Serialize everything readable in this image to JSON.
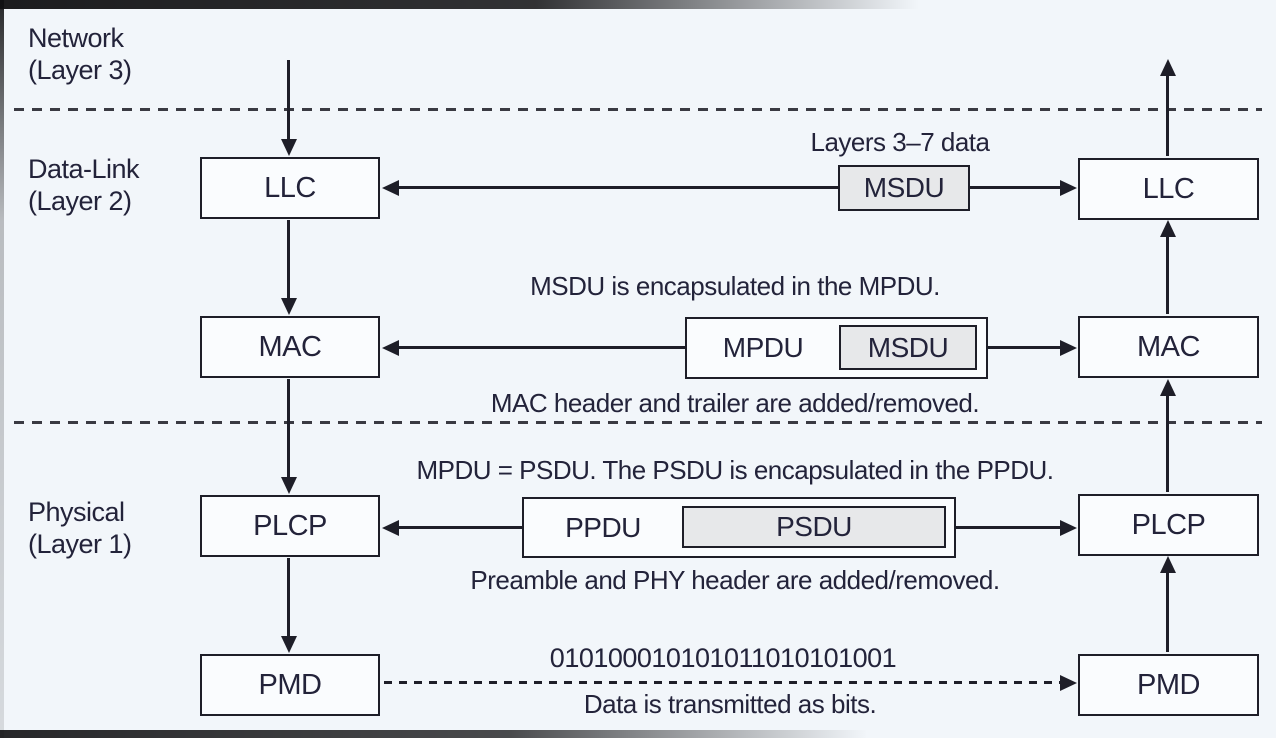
{
  "diagram": {
    "title_hint": "802.11 data-unit encapsulation across OSI layers",
    "layers": [
      {
        "name": "Network",
        "sub": "(Layer 3)"
      },
      {
        "name": "Data-Link",
        "sub": "(Layer 2)"
      },
      {
        "name": "Physical",
        "sub": "(Layer 1)"
      }
    ],
    "left_stack": [
      "LLC",
      "MAC",
      "PLCP",
      "PMD"
    ],
    "right_stack": [
      "LLC",
      "MAC",
      "PLCP",
      "PMD"
    ],
    "row_llc": {
      "caption_above": "Layers 3–7 data",
      "unit": "MSDU"
    },
    "row_mac": {
      "caption_above": "MSDU is encapsulated in the MPDU.",
      "outer": "MPDU",
      "inner": "MSDU",
      "caption_below": "MAC header and trailer are added/removed."
    },
    "row_plcp": {
      "caption_above": "MPDU = PSDU. The PSDU is encapsulated in the PPDU.",
      "outer": "PPDU",
      "inner": "PSDU",
      "caption_below": "Preamble and PHY header are added/removed."
    },
    "row_pmd": {
      "bits": "010100010101011010101001",
      "caption_below": "Data is transmitted as bits."
    },
    "colors": {
      "background": "#f2f6fa",
      "line": "#1e1e28",
      "shaded_fill": "#e7e8ea"
    }
  }
}
